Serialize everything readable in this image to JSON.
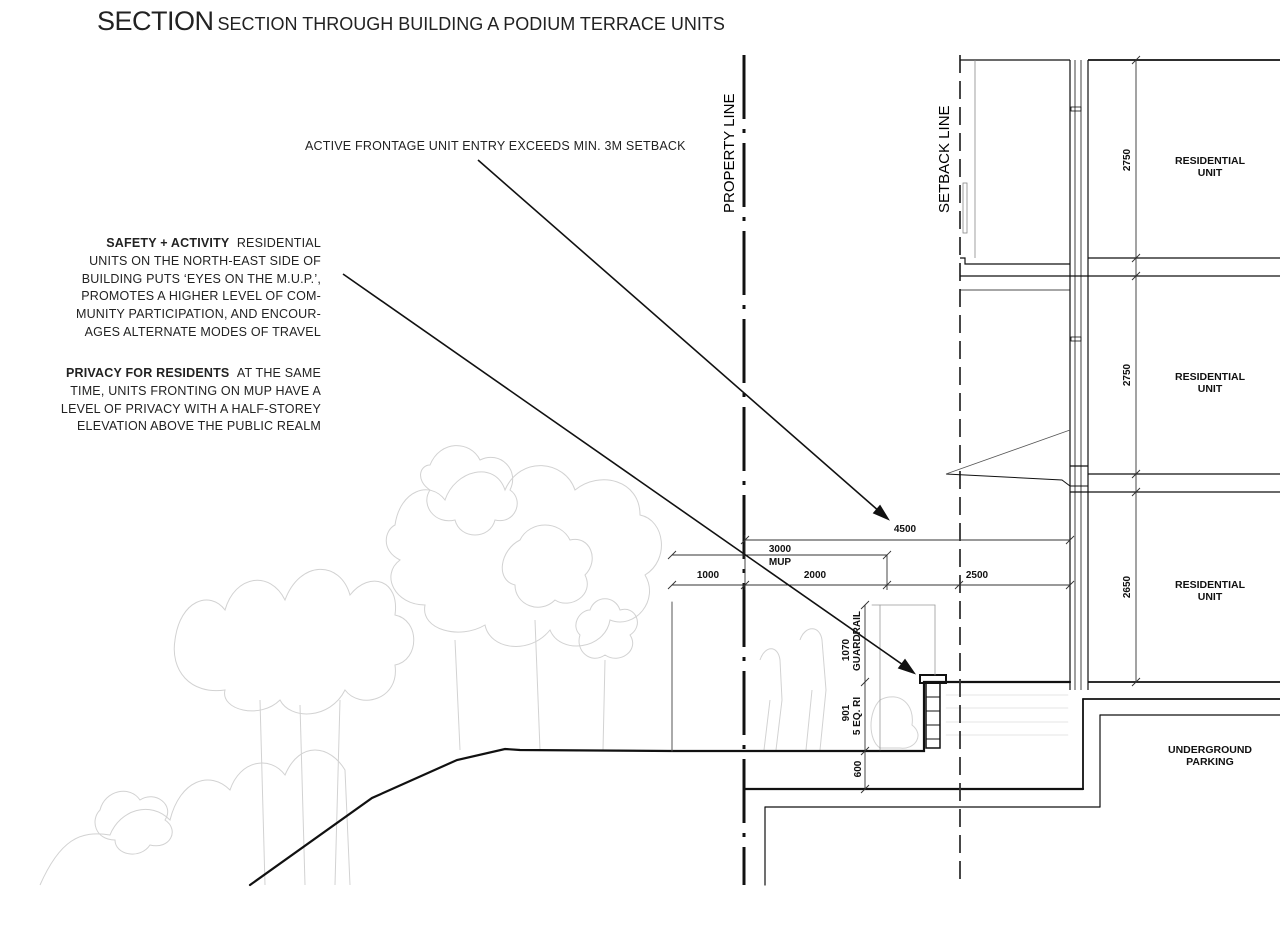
{
  "title": {
    "main": "SECTION",
    "sub": "SECTION THROUGH BUILDING A PODIUM TERRACE UNITS"
  },
  "callouts": {
    "active_frontage": "ACTIVE FRONTAGE UNIT ENTRY EXCEEDS MIN. 3M SETBACK"
  },
  "notes": {
    "safety": {
      "heading": "SAFETY + ACTIVITY",
      "lines": [
        "RESIDENTIAL",
        "UNITS ON THE NORTH-EAST SIDE OF",
        "BUILDING PUTS ‘EYES ON THE M.U.P.’,",
        "PROMOTES A HIGHER LEVEL OF COM-",
        "MUNITY PARTICIPATION, AND ENCOUR-",
        "AGES  ALTERNATE MODES OF TRAVEL"
      ]
    },
    "privacy": {
      "heading": "PRIVACY FOR RESIDENTS",
      "lines": [
        "AT THE SAME",
        "TIME, UNITS FRONTING ON MUP HAVE A",
        "LEVEL OF PRIVACY WITH A HALF-STOREY",
        "ELEVATION ABOVE THE  PUBLIC REALM"
      ]
    }
  },
  "lines": {
    "property": "PROPERTY LINE",
    "setback": "SETBACK LINE"
  },
  "dimensions": {
    "d4500": "4500",
    "d3000": "3000",
    "mup": "MUP",
    "d1000": "1000",
    "d2000": "2000",
    "d2500": "2500",
    "guardrail_value": "1070",
    "guardrail_label": "GUARDRAIL",
    "riser_value": "901",
    "riser_label": "5 EQ. RI",
    "d600": "600",
    "floor1": "2750",
    "floor2": "2750",
    "floor3": "2650"
  },
  "spaces": {
    "unit_line1": "RESIDENTIAL",
    "unit_line2": "UNIT",
    "parking_line1": "UNDERGROUND",
    "parking_line2": "PARKING"
  }
}
